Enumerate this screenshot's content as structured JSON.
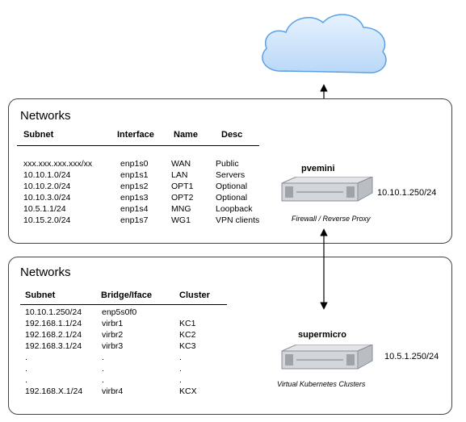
{
  "top_panel": {
    "title": "Networks",
    "headers": {
      "subnet": "Subnet",
      "interface": "Interface",
      "name": "Name",
      "desc": "Desc"
    },
    "rows": [
      {
        "subnet": "xxx.xxx.xxx.xxx/xx",
        "interface": "enp1s0",
        "name": "WAN",
        "desc": "Public"
      },
      {
        "subnet": "10.10.1.0/24",
        "interface": "enp1s1",
        "name": "LAN",
        "desc": "Servers"
      },
      {
        "subnet": "10.10.2.0/24",
        "interface": "enp1s2",
        "name": "OPT1",
        "desc": "Optional"
      },
      {
        "subnet": "10.10.3.0/24",
        "interface": "enp1s3",
        "name": "OPT2",
        "desc": "Optional"
      },
      {
        "subnet": "10.5.1.1/24",
        "interface": "enp1s4",
        "name": "MNG",
        "desc": "Loopback"
      },
      {
        "subnet": "10.15.2.0/24",
        "interface": "enp1s7",
        "name": "WG1",
        "desc": "VPN clients"
      }
    ],
    "server": {
      "name": "pvemini",
      "ip": "10.10.1.250/24",
      "caption": "Firewall / Reverse Proxy"
    }
  },
  "bottom_panel": {
    "title": "Networks",
    "headers": {
      "subnet": "Subnet",
      "bridge": "Bridge/Iface",
      "cluster": "Cluster"
    },
    "rows": [
      {
        "subnet": "10.10.1.250/24",
        "bridge": "enp5s0f0",
        "cluster": ""
      },
      {
        "subnet": "192.168.1.1/24",
        "bridge": "virbr1",
        "cluster": "KC1"
      },
      {
        "subnet": "192.168.2.1/24",
        "bridge": "virbr2",
        "cluster": "KC2"
      },
      {
        "subnet": "192.168.3.1/24",
        "bridge": "virbr3",
        "cluster": "KC3"
      },
      {
        "subnet": ".",
        "bridge": ".",
        "cluster": "."
      },
      {
        "subnet": ".",
        "bridge": ".",
        "cluster": "."
      },
      {
        "subnet": ".",
        "bridge": ".",
        "cluster": "."
      },
      {
        "subnet": "192.168.X.1/24",
        "bridge": "virbr4",
        "cluster": "KCX"
      }
    ],
    "server": {
      "name": "supermicro",
      "ip": "10.5.1.250/24",
      "caption": "Virtual Kubernetes Clusters"
    }
  },
  "colors": {
    "cloud_fill": "#cfe4fb",
    "cloud_stroke": "#5aa0e6",
    "border": "#444444"
  },
  "icons": {
    "cloud": "cloud-icon",
    "server": "server-icon",
    "arrow": "bidirectional-arrow-icon"
  }
}
